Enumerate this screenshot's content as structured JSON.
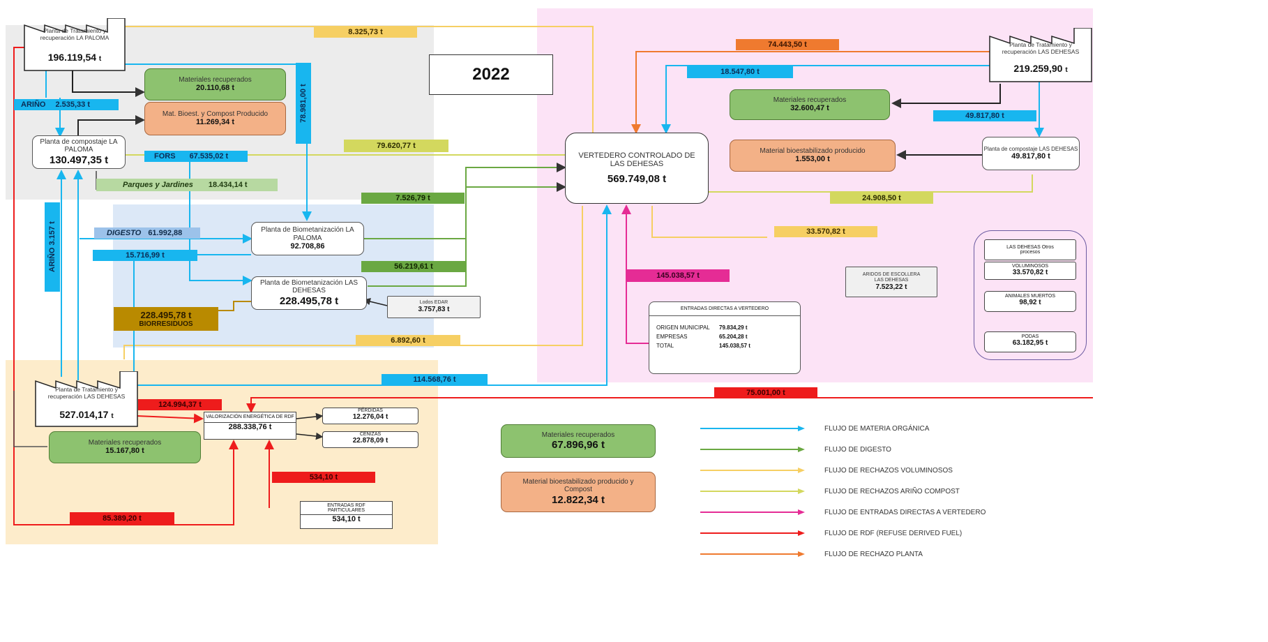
{
  "year": "2022",
  "colors": {
    "organic": "#18b6ef",
    "digestate": "#6aa842",
    "bulky_rejects": "#f6cf63",
    "arino_compost_rejects": "#d3d85e",
    "direct_landfill": "#e52c95",
    "rdf": "#ee1c1c",
    "plant_rejects": "#ef7a2f"
  },
  "plants": {
    "paloma_treatment": {
      "label": "Planta de Tratamiento y recuperación LA PALOMA",
      "value": "196.119,54",
      "unit": "t"
    },
    "dehesas_treatment_right": {
      "label": "Planta de Tratamiento y recuperación LAS DEHESAS",
      "value": "219.259,90",
      "unit": "t"
    },
    "dehesas_treatment_left": {
      "label": "Planta de Tratamiento y recuperación LAS DEHESAS",
      "value": "527.014,17",
      "unit": "t"
    }
  },
  "boxes": {
    "paloma_materials": {
      "label": "Materiales recuperados",
      "value": "20.110,68 t"
    },
    "paloma_compost": {
      "label": "Mat. Bioest. y Compost Producido",
      "value": "11.269,34 t"
    },
    "paloma_composting": {
      "label": "Planta de compostaje LA PALOMA",
      "value": "130.497,35 t"
    },
    "landfill": {
      "label": "VERTEDERO CONTROLADO DE LAS DEHESAS",
      "value": "569.749,08 t"
    },
    "dehesas_materials_right": {
      "label": "Materiales recuperados",
      "value": "32.600,47 t"
    },
    "dehesas_bioest": {
      "label": "Material bioestabilizado producido",
      "value": "1.553,00 t"
    },
    "dehesas_composting": {
      "label": "Planta de compostaje LAS DEHESAS",
      "value": "49.817,80 t"
    },
    "biomethanization_paloma": {
      "label": "Planta de Biometanización LA PALOMA",
      "value": "92.708,86"
    },
    "biomethanization_dehesas": {
      "label": "Planta de Biometanización LAS DEHESAS",
      "value": "228.495,78 t"
    },
    "lodos": {
      "label": "Lodos EDAR",
      "value": "3.757,83 t"
    },
    "dehesas_materials_left": {
      "label": "Materiales recuperados",
      "value": "15.167,80 t"
    },
    "rdf_plant": {
      "label": "VALORIZACIÓN ENERGÉTICA DE RDF",
      "value": "288.338,76 t"
    },
    "rdf_out_1": {
      "label": "PÉRDIDAS",
      "value": "12.276,04 t"
    },
    "rdf_out_2": {
      "label": "CENIZAS",
      "value": "22.878,09 t"
    },
    "rdf_particular": {
      "label": "ENTRADAS RDF PARTICULARES",
      "value": "534,10 t"
    },
    "ardilla": {
      "label": "ARIDOS DE ESCOLLERA LAS DEHESAS",
      "value": "7.523,22 t"
    },
    "total_materials": {
      "label": "Materiales recuperados",
      "value": "67.896,96 t"
    },
    "total_bioest": {
      "label": "Material bioestabilizado producido y Compost",
      "value": "12.822,34 t"
    }
  },
  "direct_entries": {
    "title": "ENTRADAS DIRECTAS A VERTEDERO",
    "rows": [
      {
        "label": "ORIGEN MUNICIPAL",
        "value": "79.834,29 t"
      },
      {
        "label": "EMPRESAS",
        "value": "65.204,28 t"
      },
      {
        "label": "TOTAL",
        "value": "145.038,57 t"
      }
    ]
  },
  "las_dehesas_group": {
    "title": "LAS DEHESAS Otros procesos",
    "items": [
      {
        "label": "VOLUMINOSOS",
        "value": "33.570,82 t"
      },
      {
        "label": "ANIMALES MUERTOS",
        "value": "98,92 t"
      },
      {
        "label": "PODAS",
        "value": "63.182,95 t"
      }
    ]
  },
  "flows": {
    "f_top_yellow": "8.325,73 t",
    "f_arino_blue": "2.535,33 t",
    "f_arino_label": "ARIÑO",
    "f_paloma_vertical": "78.981,00 t",
    "f_paloma_lime": "79.620,77 t",
    "f_forss_label": "FORS",
    "f_forss": "67.535,02 t",
    "f_parques_label": "Parques y Jardines",
    "f_parques": "18.434,14 t",
    "f_digest_1": "7.526,79 t",
    "f_digestato_label": "DIGESTO",
    "f_digestato": "61.992,88",
    "f_digest_2": "56.219,61 t",
    "f_blue_mid": "15.716,99 t",
    "f_arino_vertical": "ARIÑO 3.157 t",
    "f_bio_label": "BIORRESIDUOS",
    "f_bio": "228.495,78 t",
    "f_yellow_low": "6.892,60 t",
    "f_blue_bottom": "114.568,76 t",
    "f_orange_top": "74.443,50 t",
    "f_blue_right": "18.547,80 t",
    "f_blue_right2": "49.817,80 t",
    "f_lime_right": "24.908,50 t",
    "f_yellow_right": "33.570,82 t",
    "f_magenta": "145.038,57 t",
    "f_red_right": "75.001,00 t",
    "f_red_top": "124.994,37 t",
    "f_red_mid": "534,10 t",
    "f_red_bottom": "85.389,20 t"
  },
  "legend": [
    {
      "label": "FLUJO DE MATERIA ORGÁNICA",
      "color": "#18b6ef"
    },
    {
      "label": "FLUJO DE DIGESTO",
      "color": "#6aa842"
    },
    {
      "label": "FLUJO DE RECHAZOS VOLUMINOSOS",
      "color": "#f6cf63"
    },
    {
      "label": "FLUJO DE RECHAZOS ARIÑO COMPOST",
      "color": "#d3d85e"
    },
    {
      "label": "FLUJO DE ENTRADAS DIRECTAS A VERTEDERO",
      "color": "#e52c95"
    },
    {
      "label": "FLUJO DE RDF (REFUSE DERIVED FUEL)",
      "color": "#ee1c1c"
    },
    {
      "label": "FLUJO DE RECHAZO PLANTA",
      "color": "#ef7a2f"
    }
  ]
}
